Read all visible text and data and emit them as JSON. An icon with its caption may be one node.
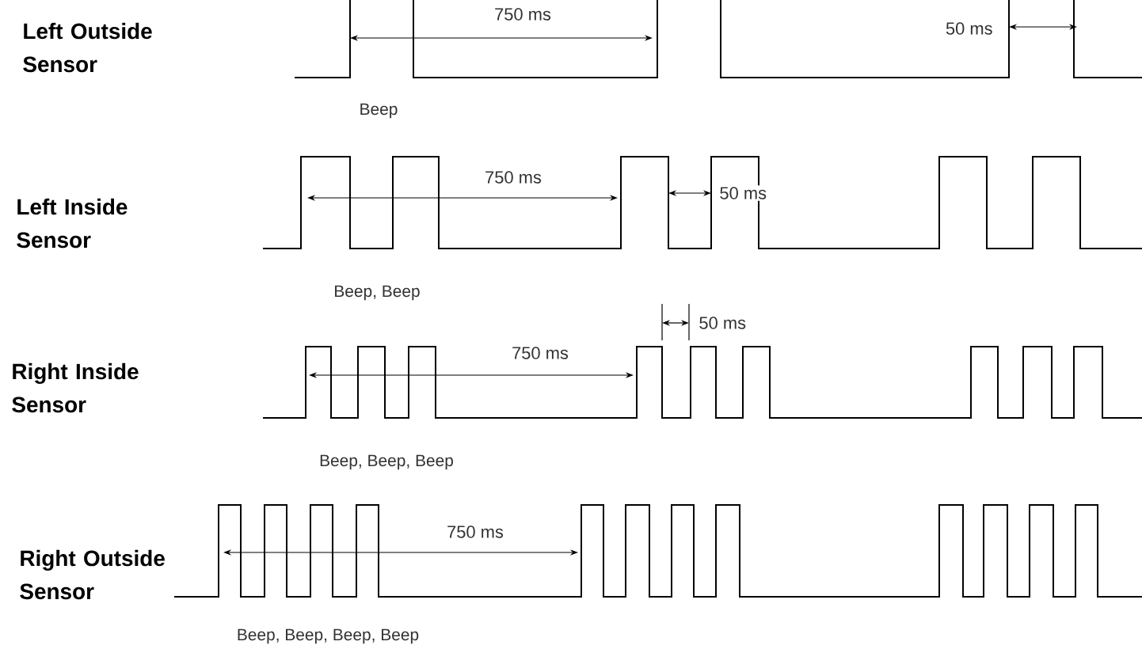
{
  "diagram": {
    "labels": [
      "Left Outside Sensor",
      "750 ms",
      "50 ms",
      "Beep",
      "Left Inside Sensor",
      "750 ms",
      "50 ms",
      "Beep, Beep",
      "50 ms",
      "Right Inside Sensor",
      "750 ms",
      "Beep, Beep, Beep",
      "750 ms",
      "Right Outside Sensor",
      "Beep, Beep, Beep, Beep"
    ]
  }
}
